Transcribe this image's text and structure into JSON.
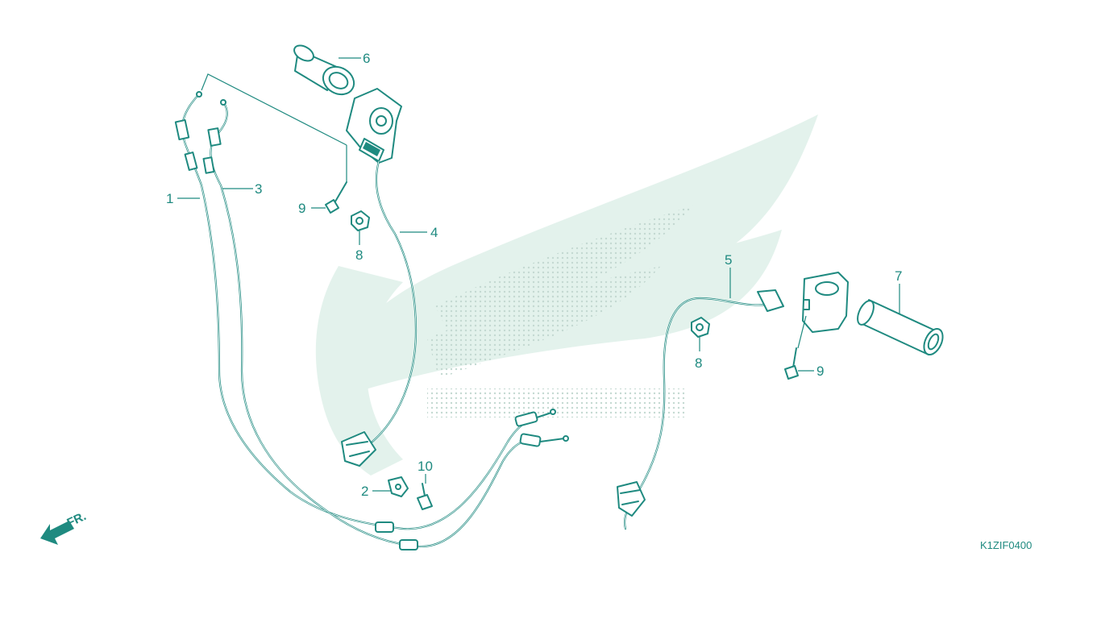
{
  "diagram": {
    "code": "K1ZIF0400",
    "direction_label": "FR.",
    "colors": {
      "line": "#1f8a80",
      "watermark": "#e3f2ec",
      "background": "#ffffff"
    },
    "callouts": [
      {
        "id": "c1",
        "label": "1"
      },
      {
        "id": "c2",
        "label": "2"
      },
      {
        "id": "c3",
        "label": "3"
      },
      {
        "id": "c4",
        "label": "4"
      },
      {
        "id": "c5",
        "label": "5"
      },
      {
        "id": "c6",
        "label": "6"
      },
      {
        "id": "c7",
        "label": "7"
      },
      {
        "id": "c8a",
        "label": "8"
      },
      {
        "id": "c8b",
        "label": "8"
      },
      {
        "id": "c9a",
        "label": "9"
      },
      {
        "id": "c9b",
        "label": "9"
      },
      {
        "id": "c10",
        "label": "10"
      }
    ]
  }
}
